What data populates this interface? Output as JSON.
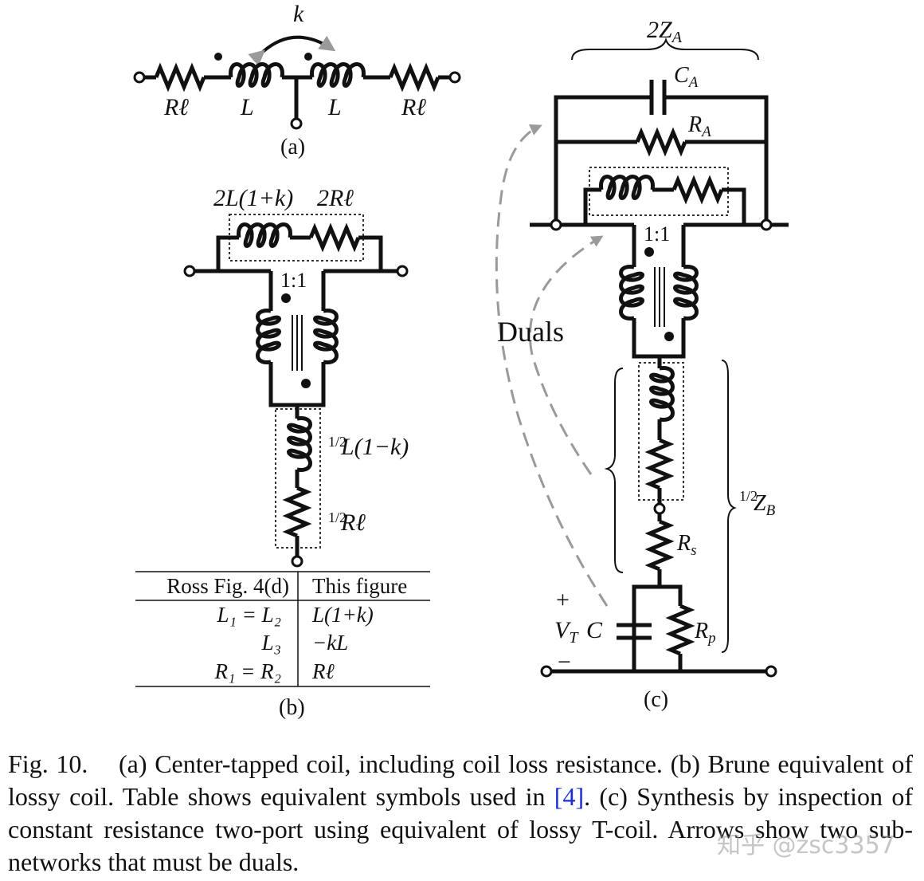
{
  "panel_a": {
    "coupling": "k",
    "left_resistor": "Rℓ",
    "left_inductor": "L",
    "right_inductor": "L",
    "right_resistor": "Rℓ",
    "label": "(a)"
  },
  "panel_b": {
    "top_inductor": "2L(1+k)",
    "top_resistor": "2Rℓ",
    "ratio": "1:1",
    "series_inductor_frac": "1/2",
    "series_inductor": "L(1−k)",
    "series_resistor_frac": "1/2",
    "series_resistor": "Rℓ",
    "label": "(b)",
    "table": {
      "headers": [
        "Ross Fig. 4(d)",
        "This figure"
      ],
      "rows": [
        {
          "left": "L₁ = L₂",
          "right": "L(1+k)"
        },
        {
          "left": "L₃",
          "right": "−kL"
        },
        {
          "left": "R₁ = R₂",
          "right": "Rℓ"
        }
      ]
    }
  },
  "panel_c": {
    "za": "2Z",
    "za_sub": "A",
    "ca": "C",
    "ca_sub": "A",
    "ra": "R",
    "ra_sub": "A",
    "ratio": "1:1",
    "duals": "Duals",
    "zb_frac": "1/2",
    "zb": "Z",
    "zb_sub": "B",
    "rs": "R",
    "rs_sub": "s",
    "plus": "+",
    "vt": "V",
    "vt_sub": "T",
    "c": "C",
    "rp": "R",
    "rp_sub": "p",
    "minus": "−",
    "label": "(c)"
  },
  "caption": {
    "fig": "Fig. 10.",
    "text_1": "(a) Center-tapped coil, including coil loss resistance. (b) Brune equivalent of lossy coil. Table shows equivalent symbols used in",
    "ref": "[4]",
    "text_2": ". (c) Synthesis by inspection of constant resistance two-port using equivalent of lossy T-coil. Arrows show two sub-networks that must be duals."
  },
  "watermark": "知乎 @zsc3357"
}
